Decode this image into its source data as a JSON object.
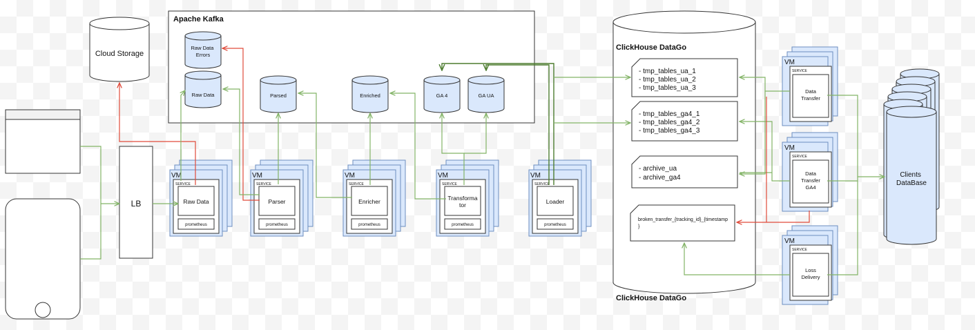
{
  "kafka": {
    "title": "Apache Kafka",
    "topics": [
      "Raw Data Errors",
      "Raw Data",
      "Parsed",
      "Enriched",
      "GA 4",
      "GA UA"
    ]
  },
  "cloud_storage": "Cloud Storage",
  "load_balancer": "LB",
  "vm_label": "VM",
  "service_label": "SERVICE",
  "monitoring_label": "prometheus",
  "services": [
    "Raw Data",
    "Parser",
    "Enricher",
    "Transformator",
    "Loader"
  ],
  "clickhouse": {
    "title": "ClickHouse DataGo",
    "ua_tables": [
      "- tmp_tables_ua_1",
      "- tmp_tables_ua_2",
      "- tmp_tables_ua_3"
    ],
    "ga4_tables": [
      "- tmp_tables_ga4_1",
      "- tmp_tables_ga4_2",
      "- tmp_tables_ga4_3"
    ],
    "archive_tables": [
      "- archive_ua",
      "- archive_ga4"
    ],
    "broken_table": "broken_transfer_{tracking_id}_{timestamp}"
  },
  "transfer_services": [
    "Data Transfer",
    "Data Transfer GA4",
    "Loss Delivery"
  ],
  "clients_db": "Clients DataBase",
  "colors": {
    "topic_fill": "#dae8fc",
    "vm_fill": "#dae8fc",
    "flow": "#82b366",
    "error_flow": "#e04a3a"
  }
}
